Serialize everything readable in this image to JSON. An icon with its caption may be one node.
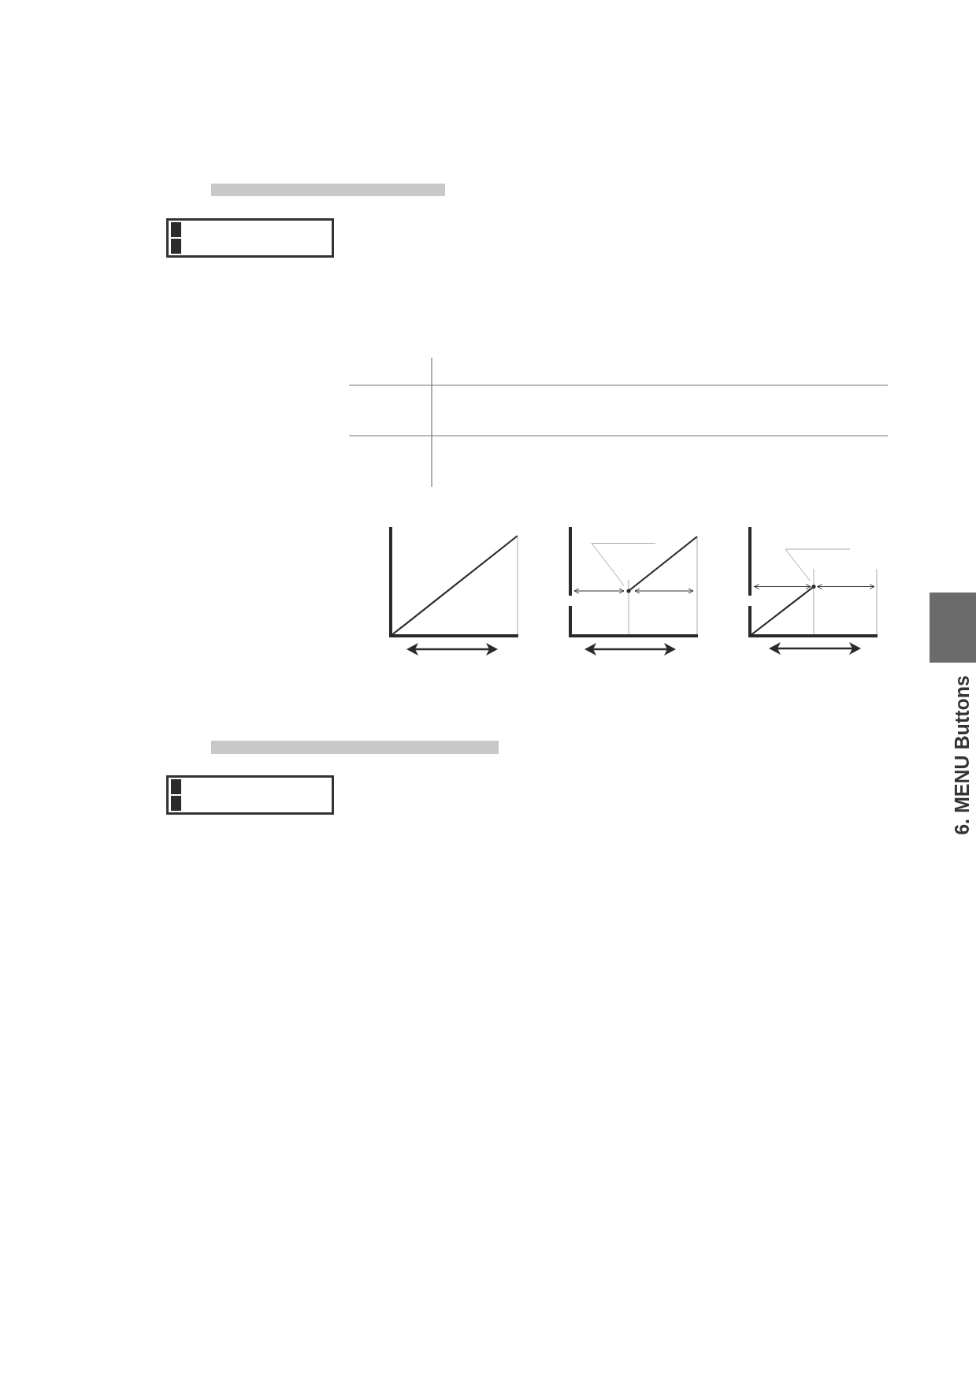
{
  "diagram": {
    "nodes": [
      {
        "text": [],
        "shape": "bar"
      },
      {
        "text": [],
        "shape": "bar"
      },
      {
        "text": [],
        "shape": "bar",
        "beside": [
          "6. MENU Buttons"
        ]
      }
    ]
  }
}
